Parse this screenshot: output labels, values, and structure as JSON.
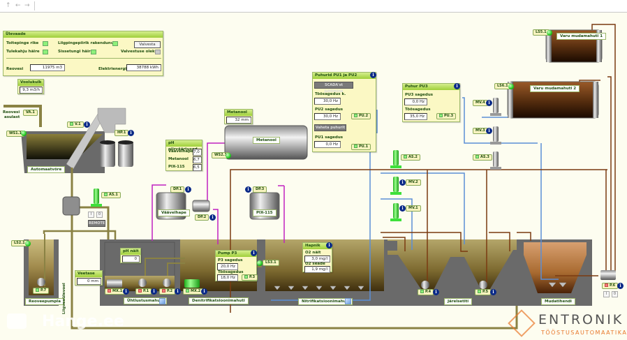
{
  "toolbar": {
    "up_icon": "↑",
    "back_icon": "←",
    "forward_icon": "→"
  },
  "overview": {
    "title": "Ülevaade",
    "power_fault_label": "Toitepinge rike",
    "surge_protector_label": "Liigpingepiirik rakendunud",
    "arm_button": "Valvesta",
    "fire_alarm_label": "Tulekahju häire",
    "intrusion_alarm_label": "Sissetungi häire",
    "arm_status_label": "Valvestuse olek",
    "wastewater_label": "Reovesi",
    "wastewater_value": "11975 m3",
    "energy_label": "Elektrienergia",
    "energy_value": "38788 kWh"
  },
  "flow": {
    "title": "Voolukulk",
    "value": "9,3 m3/h",
    "meter_tag": "VA.1",
    "inlet_label_1": "Reovesi",
    "inlet_label_2": "asulast"
  },
  "screen": {
    "level_tag": "WS1.1",
    "conveyor_tag": "V.1",
    "hopper_tag": "HP.1",
    "name": "Automaatvõre"
  },
  "ph": {
    "title": "pH piirväärtused",
    "rows": [
      {
        "label": "Väävelhape",
        "value": "7,0"
      },
      {
        "label": "Metanool",
        "value": "6,7"
      },
      {
        "label": "PIX-115",
        "value": "6,5"
      }
    ]
  },
  "methanol": {
    "title": "Metanool",
    "level": "32 mm",
    "tank_name": "Metanool",
    "level_tag": "WS2.1"
  },
  "dosing": {
    "dp1_tag": "DP.1",
    "acid_tank": "Väävelhape",
    "dp2_tag": "DP.2",
    "dp3_tag": "DP.3",
    "pix_tank": "PIX-115"
  },
  "blowers12": {
    "title": "Puhurid PU1 ja PU2",
    "scada_button": "SCADA'st juhtimine",
    "work_freq_label": "Töösagedus k.",
    "work_freq_value": "30,0 Hz",
    "pu2_freq_label": "PU2 sagedus",
    "pu2_freq_value": "30,0 Hz",
    "pu2_tag": "PU.2",
    "swap_button": "Vaheta puhurit",
    "pu1_freq_label": "PU1 sagedus",
    "pu1_freq_value": "0,0 Hz",
    "pu1_tag": "PU.1"
  },
  "blower3": {
    "title": "Puhur PU3",
    "freq_label": "PU3 sagedus",
    "freq_value": "0,0 Hz",
    "work_label": "Töösagedus",
    "work_value": "35,0 Hz",
    "tag": "PU.3"
  },
  "storage": {
    "tank1_name": "Varu mudamahuti 1",
    "tank1_tag": "LS5.1",
    "tank2_name": "Varu mudamahuti 2",
    "tank2_tag": "LS6.1"
  },
  "valves": {
    "mv4": "MV.4",
    "mv3": "MV.3",
    "as3": "AS.3",
    "as2": "AS.2",
    "mv2": "MV.2",
    "mv1": "MV.1",
    "as1": "AS.1"
  },
  "remote": {
    "on": "I",
    "off": "0",
    "mode": "REMOTE"
  },
  "pumping": {
    "level_tag": "LS2.1",
    "pump_tag": "P.7",
    "name": "Reoveepumpla",
    "overflow_label": "Liigveeülevool"
  },
  "level": {
    "title": "Veetase",
    "value": "0 mm"
  },
  "equalization": {
    "ph_title": "pH näit",
    "ph_value": "0",
    "mixer_tag": "MX.1",
    "p1_tag": "P.1",
    "p2_tag": "P.2",
    "name": "Ühtlustusmahuti"
  },
  "denitrification": {
    "mixer_tag": "MX.2",
    "name": "Denitrifikatsioonimahuti",
    "pump_title": "Pump P3",
    "p3_freq_label": "P3 sagedus",
    "p3_freq_value": "20,0 Hz",
    "work_label": "Töösagedus",
    "work_value": "18,0 Hz",
    "p3_tag": "P.3",
    "level_tag": "LS3.1"
  },
  "nitrification": {
    "aeration_title": "Hapnik",
    "o2_label": "O2 näit",
    "o2_value": "3,0 mg/l",
    "o2_set_label": "O2 seade",
    "o2_set_value": "1,9 mg/l",
    "name": "Nitrifikatsioonimahuti"
  },
  "clarifier": {
    "p4_tag": "P.4",
    "p5_tag": "P.5",
    "name": "Järelsetiti"
  },
  "sludge": {
    "name": "Mudatihendi",
    "p6_tag": "P.6"
  },
  "branding": {
    "watermark": "Hange.ee",
    "logo_name": "ENTRONIK",
    "logo_tagline": "TÖÖSTUSAUTOMAATIKA"
  },
  "colors": {
    "wastewater_pipe": "#8a8244",
    "air_pipe": "#5b8ed6",
    "sludge_pipe": "#7a3a10",
    "chemical_pipe": "#c020c0",
    "active_green": "#3ee03a",
    "panel_bg": "#fbf8c4"
  }
}
